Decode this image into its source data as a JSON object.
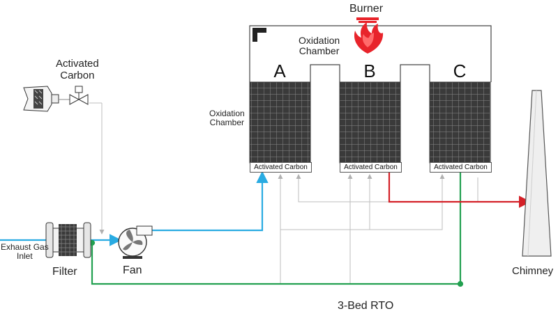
{
  "labels": {
    "burner": "Burner",
    "oxidation_chamber_top": "Oxidation\nChamber",
    "oxidation_chamber_left": "Oxidation\nChamber",
    "activated_carbon_unit": "Activated\nCarbon",
    "exhaust_gas_inlet": "Exhaust Gas\nInlet",
    "filter": "Filter",
    "fan": "Fan",
    "chimney": "Chimney",
    "caption": "3-Bed RTO"
  },
  "beds": [
    {
      "letter": "A",
      "media_label": "Activated Carbon"
    },
    {
      "letter": "B",
      "media_label": "Activated Carbon"
    },
    {
      "letter": "C",
      "media_label": "Activated Carbon"
    }
  ],
  "colors": {
    "inlet_flow": "#29abe2",
    "clean_flow": "#22a050",
    "outlet_flow": "#d42027",
    "bypass_lines": "#bdbdbd",
    "bed_media": "#3a3a3a",
    "flame": "#e8242b"
  }
}
